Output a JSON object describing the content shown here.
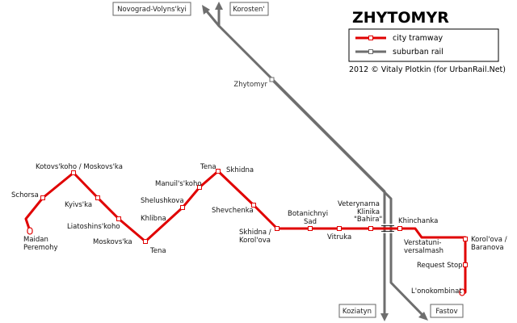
{
  "title": "ZHYTOMYR",
  "credit": "2012 © Vitaly Plotkin (for UrbanRail.Net)",
  "legend": {
    "tram": "city tramway",
    "rail": "suburban rail"
  },
  "colors": {
    "tram": "#e00000",
    "rail": "#6e6e6e",
    "station_fill": "#ffffff",
    "box_border": "#000000"
  },
  "rail": {
    "station": "Zhytomyr",
    "destinations": {
      "northwest": "Novograd-Volyns'kyi",
      "north": "Korosten'",
      "south": "Koziatyn",
      "southeast": "Fastov"
    }
  },
  "tram_stations": {
    "maidan_1": "Maidan",
    "maidan_2": "Peremohy",
    "schorsa": "Schorsa",
    "kotovskoho": "Kotovs'koho / Moskovs'ka",
    "kyivska": "Kyivs'ka",
    "liatoshinskoho": "Liatoshins'koho",
    "moskovska": "Moskovs'ka",
    "tena_low": "Tena",
    "khlibna": "Khlibna",
    "shelushkova": "Shelushkova",
    "manuilskoho": "Manuil's'koho",
    "tena_high": "Tena",
    "skhidna": "Skhidna",
    "shevchenka": "Shevchenka",
    "skhidna_korolova_1": "Skhidna /",
    "skhidna_korolova_2": "Korol'ova",
    "botanichnyi_1": "Botanichnyi",
    "botanichnyi_2": "Sad",
    "vitruka": "Vitruka",
    "veterynarna_1": "Veterynarna",
    "veterynarna_2": "Klinika",
    "veterynarna_3": "\"Bahira\"",
    "khinchanka": "Khinchanka",
    "verstatuni_1": "Verstatuni-",
    "verstatuni_2": "versalmash",
    "korolova_baranova_1": "Korol'ova /",
    "korolova_baranova_2": "Baranova",
    "request_stop": "Request Stop",
    "lonokombinat": "L'onokombinat"
  }
}
